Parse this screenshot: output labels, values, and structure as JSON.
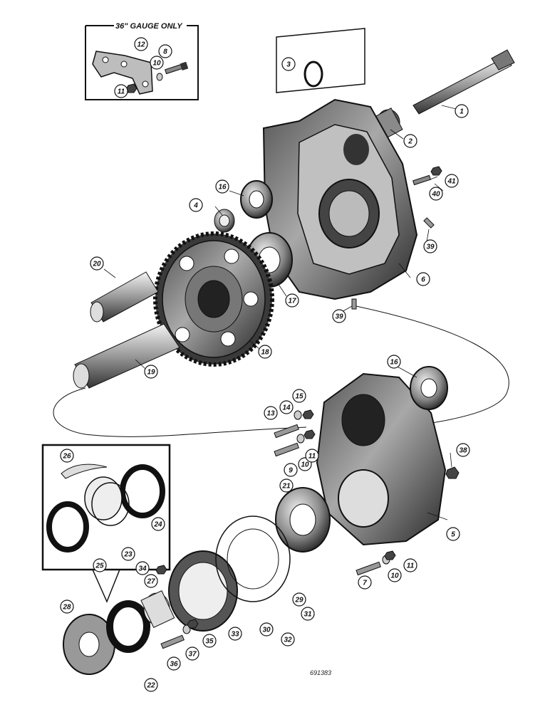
{
  "inset_top": {
    "title": "36\" GAUGE ONLY"
  },
  "callouts": [
    {
      "id": "c1",
      "label": "1"
    },
    {
      "id": "c2",
      "label": "2"
    },
    {
      "id": "c3",
      "label": "3"
    },
    {
      "id": "c4",
      "label": "4"
    },
    {
      "id": "c5",
      "label": "5"
    },
    {
      "id": "c6",
      "label": "6"
    },
    {
      "id": "c7",
      "label": "7"
    },
    {
      "id": "c8",
      "label": "8"
    },
    {
      "id": "c9",
      "label": "9"
    },
    {
      "id": "c10a",
      "label": "10"
    },
    {
      "id": "c10b",
      "label": "10"
    },
    {
      "id": "c10c",
      "label": "10"
    },
    {
      "id": "c11a",
      "label": "11"
    },
    {
      "id": "c11b",
      "label": "11"
    },
    {
      "id": "c11c",
      "label": "11"
    },
    {
      "id": "c12",
      "label": "12"
    },
    {
      "id": "c13",
      "label": "13"
    },
    {
      "id": "c14",
      "label": "14"
    },
    {
      "id": "c15",
      "label": "15"
    },
    {
      "id": "c16a",
      "label": "16"
    },
    {
      "id": "c16b",
      "label": "16"
    },
    {
      "id": "c17",
      "label": "17"
    },
    {
      "id": "c18",
      "label": "18"
    },
    {
      "id": "c19",
      "label": "19"
    },
    {
      "id": "c20",
      "label": "20"
    },
    {
      "id": "c21",
      "label": "21"
    },
    {
      "id": "c22",
      "label": "22"
    },
    {
      "id": "c23",
      "label": "23"
    },
    {
      "id": "c24",
      "label": "24"
    },
    {
      "id": "c25",
      "label": "25"
    },
    {
      "id": "c26",
      "label": "26"
    },
    {
      "id": "c27",
      "label": "27"
    },
    {
      "id": "c28",
      "label": "28"
    },
    {
      "id": "c29",
      "label": "29"
    },
    {
      "id": "c30",
      "label": "30"
    },
    {
      "id": "c31",
      "label": "31"
    },
    {
      "id": "c32",
      "label": "32"
    },
    {
      "id": "c33",
      "label": "33"
    },
    {
      "id": "c34",
      "label": "34"
    },
    {
      "id": "c35",
      "label": "35"
    },
    {
      "id": "c36",
      "label": "36"
    },
    {
      "id": "c37",
      "label": "37"
    },
    {
      "id": "c38",
      "label": "38"
    },
    {
      "id": "c39a",
      "label": "39"
    },
    {
      "id": "c39b",
      "label": "39"
    },
    {
      "id": "c40",
      "label": "40"
    },
    {
      "id": "c41",
      "label": "41"
    }
  ],
  "figure_code": "691383"
}
